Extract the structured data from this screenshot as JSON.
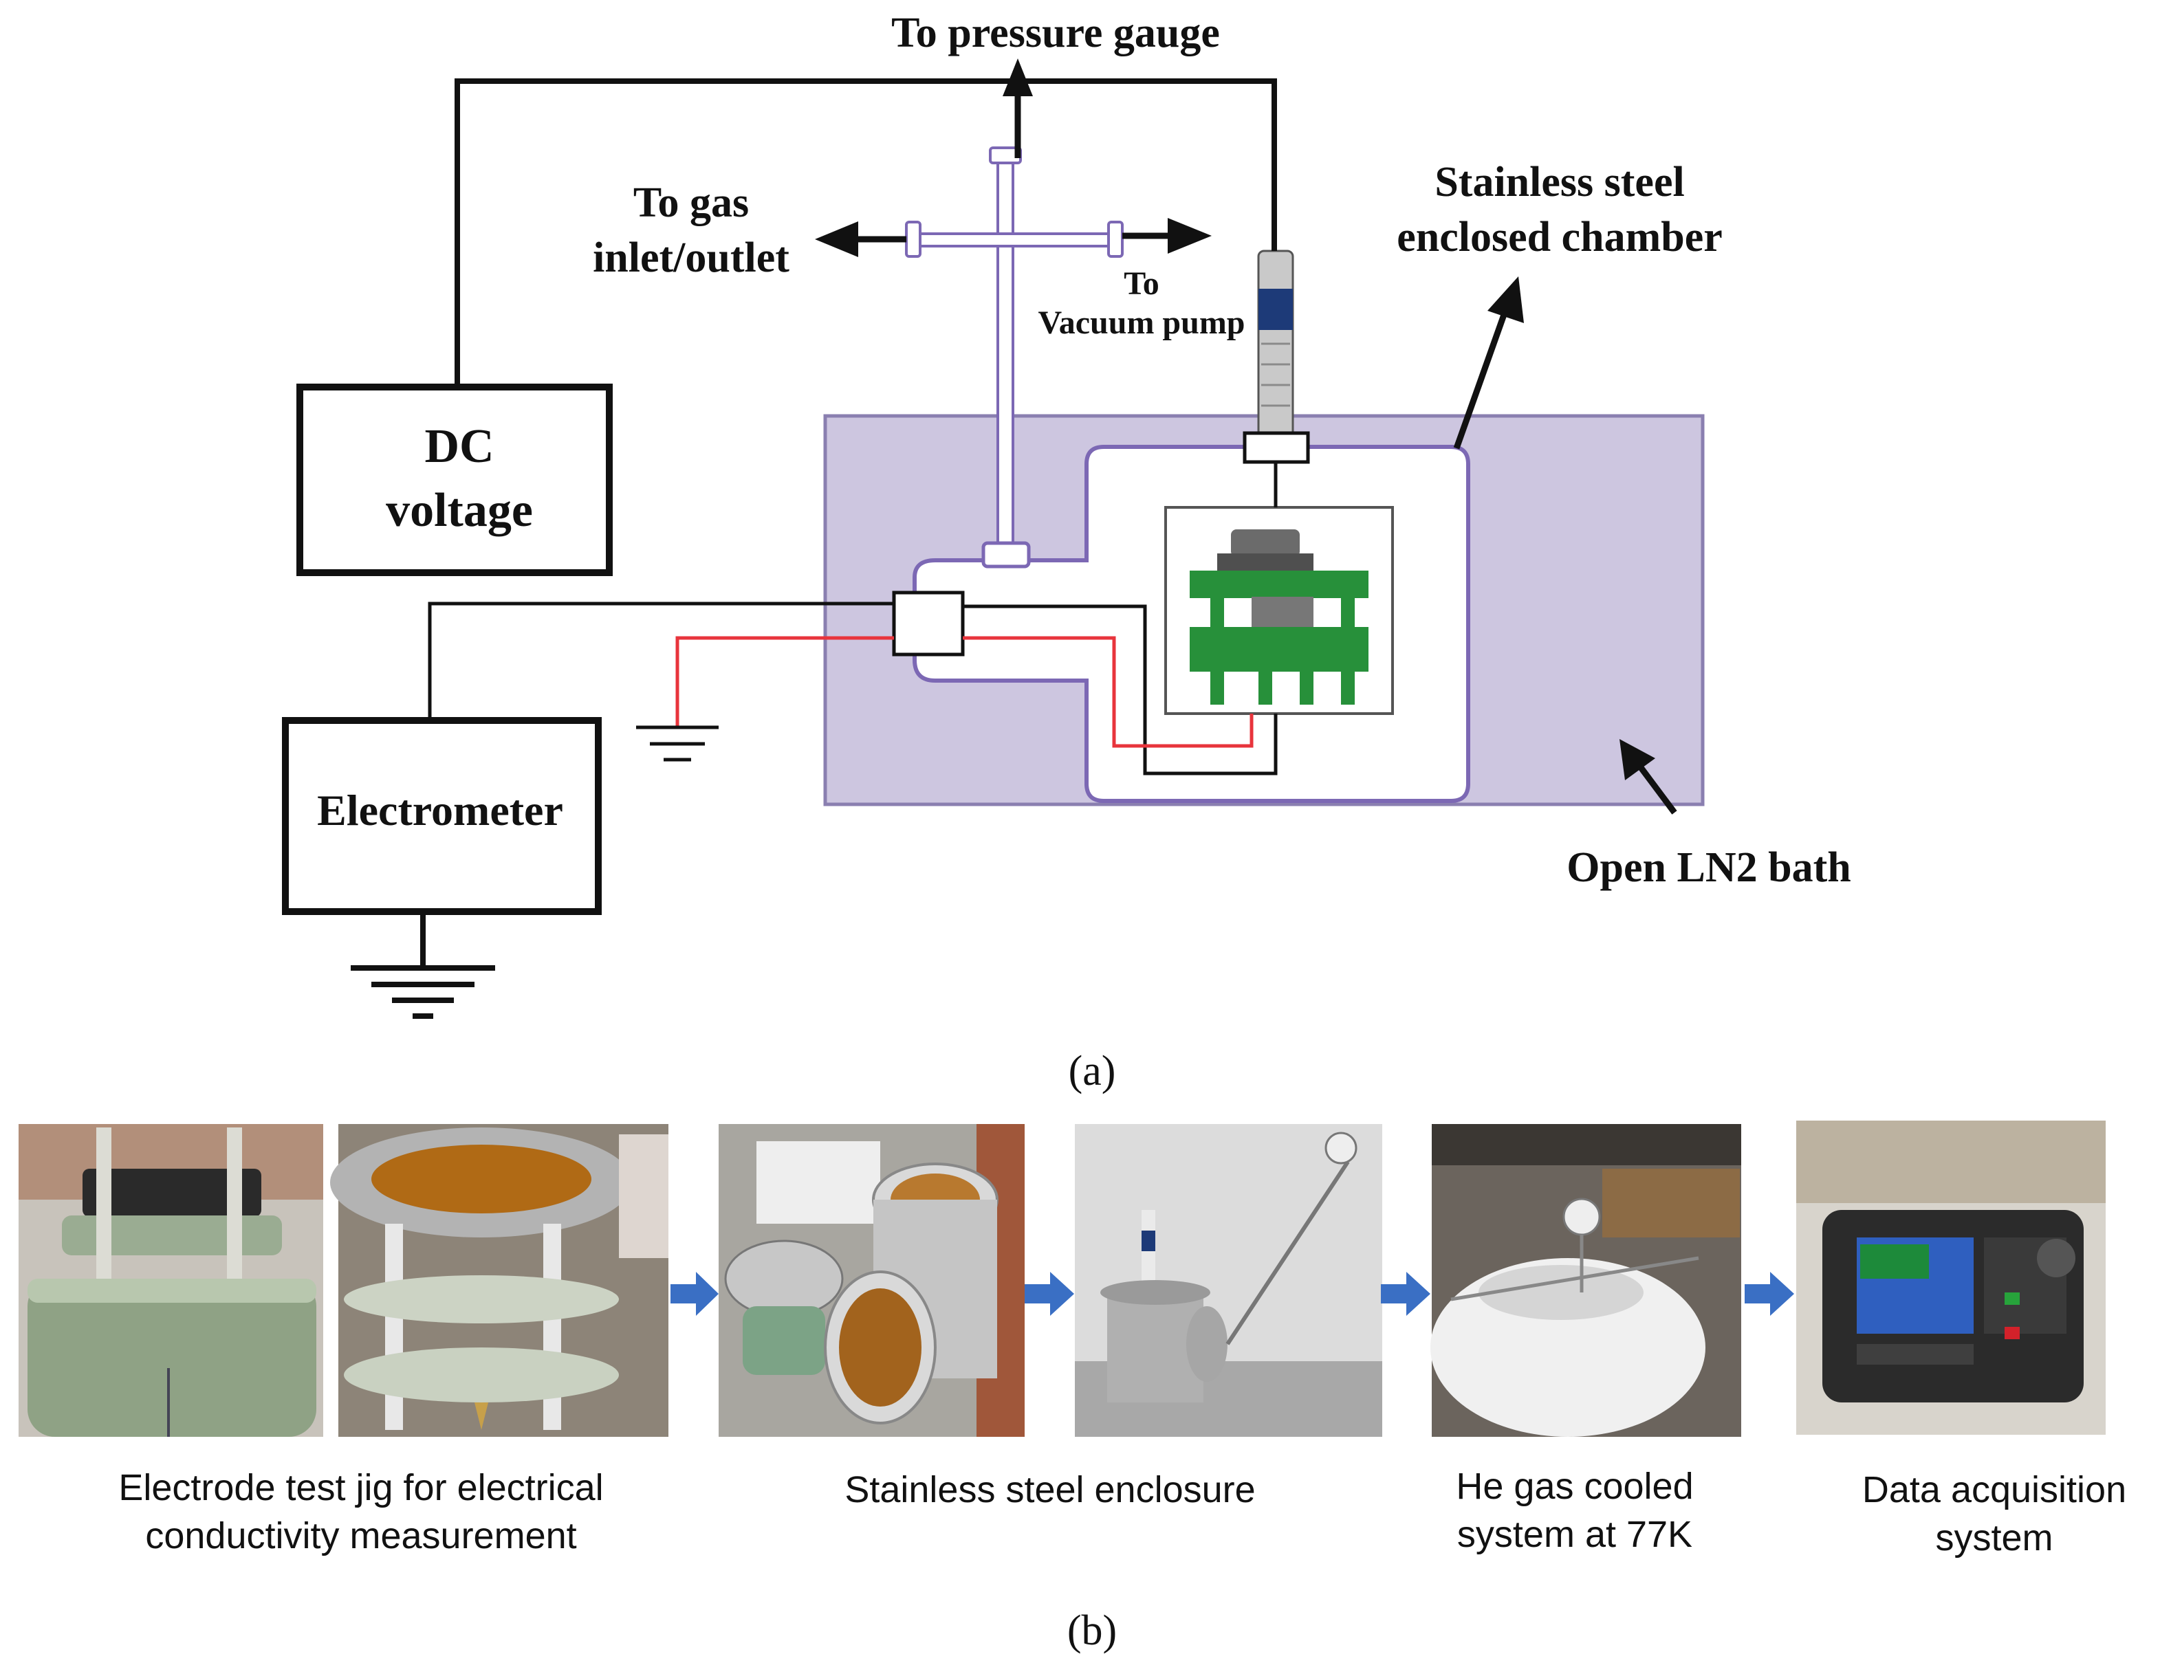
{
  "panel_a": {
    "caption": "(a)",
    "labels": {
      "pressure_gauge": "To pressure gauge",
      "gas_line1": "To gas",
      "gas_line2": "inlet/outlet",
      "vac_line1": "To",
      "vac_line2": "Vacuum pump",
      "chamber_line1": "Stainless steel",
      "chamber_line2": "enclosed chamber",
      "dc_line1": "DC",
      "dc_line2": "voltage",
      "electrometer": "Electrometer",
      "bath": "Open LN2 bath"
    },
    "colors": {
      "bath": "#cdc6e0",
      "bath_border": "#8a7fb0",
      "pipe": "#7c68b4",
      "jig_green": "#27903a",
      "wire_red": "#e8343c",
      "wire_black": "#111111",
      "cylinder": "#1d3a78"
    }
  },
  "panel_b": {
    "caption": "(b)",
    "steps": [
      {
        "line1": "Electrode test jig for electrical",
        "line2": "conductivity measurement"
      },
      {
        "line1": "Stainless steel enclosure",
        "line2": ""
      },
      {
        "line1": "He gas cooled",
        "line2": "system at 77K"
      },
      {
        "line1": "Data acquisition",
        "line2": "system"
      }
    ],
    "arrow_color": "#3a6fc4"
  }
}
